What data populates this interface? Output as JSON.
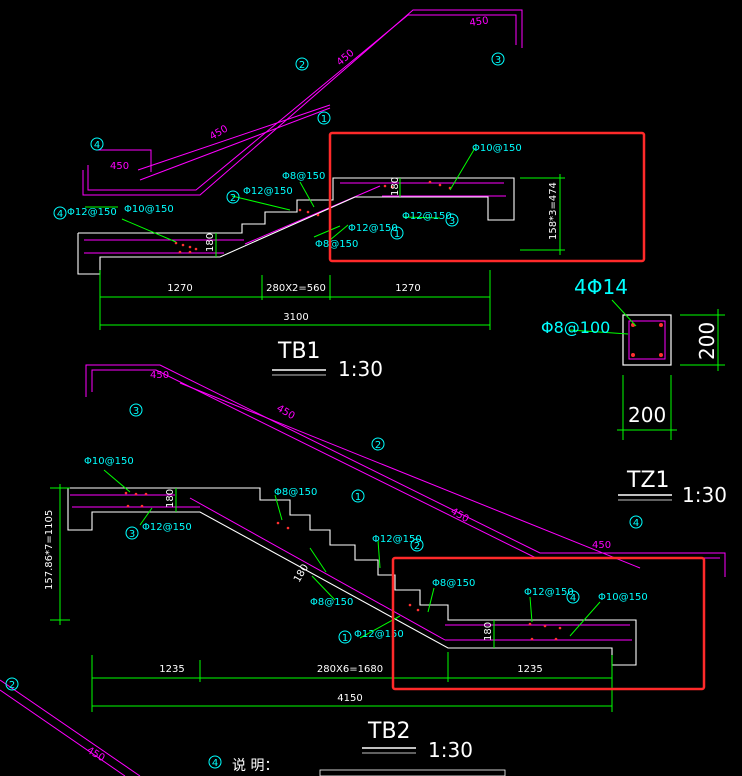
{
  "colors": {
    "background": "#000000",
    "concrete": "#ffffff",
    "rebar": "#ff00ff",
    "dimension": "#00ff00",
    "label": "#00ffff",
    "highlight": "#ff2a2a",
    "dot": "#ff3030"
  },
  "tb1": {
    "title": "TB1",
    "scale": "1:30",
    "bar_labels": {
      "top_long": "450",
      "mid_long": "450",
      "left_short": "450",
      "left_bottom": "450"
    },
    "circle_marks": {
      "c2": "2",
      "c3": "3",
      "c1": "1",
      "c4_left": "4",
      "c4": "4",
      "c2b": "2",
      "c3b": "3",
      "c1b": "1"
    },
    "rebar_callouts": {
      "phi12_150_left": "Φ12@150",
      "phi10_150_left": "Φ10@150",
      "phi8_150_top": "Φ8@150",
      "phi12_150_mid": "Φ12@150",
      "phi10_150_right": "Φ10@150",
      "phi12_150_right": "Φ12@150",
      "phi12_150_c1": "Φ12@150",
      "phi8_150_bottom": "Φ8@150"
    },
    "thickness_left": "180",
    "thickness_right": "180",
    "dims": {
      "seg1": "1270",
      "seg2": "280X2=560",
      "seg3": "1270",
      "total": "3100",
      "riser": "158*3=474"
    }
  },
  "tz1": {
    "title": "TZ1",
    "scale": "1:30",
    "longitudinal": "4Φ14",
    "stirrup": "Φ8@100",
    "width": "200",
    "depth": "200"
  },
  "tb2": {
    "title": "TB2",
    "scale": "1:30",
    "bar_labels": {
      "top_left": "450",
      "upper_mid": "450",
      "lower_right": "450",
      "right_end": "450",
      "bottom_left": "450"
    },
    "circle_marks": {
      "c3": "3",
      "c2": "2",
      "c1": "1",
      "c4": "4",
      "c3_rebar": "3",
      "c2_rebar": "2",
      "c1_rebar": "1",
      "c4_rebar": "4",
      "c2_corner": "2"
    },
    "rebar_callouts": {
      "phi10_150_left": "Φ10@150",
      "phi12_150_left": "Φ12@150",
      "phi8_150_top": "Φ8@150",
      "phi12_150_mid": "Φ12@150",
      "phi8_150_lower": "Φ8@150",
      "phi12_150_low": "Φ12@150",
      "phi8_150_right": "Φ8@150",
      "phi12_150_right": "Φ12@150",
      "phi10_150_right": "Φ10@150"
    },
    "thickness_left": "180",
    "thickness_slab": "180",
    "thickness_right": "180",
    "dims": {
      "seg1": "1235",
      "seg2": "280X6=1680",
      "seg3": "1235",
      "total": "4150",
      "riser": "157.86*7=1105"
    }
  },
  "notes": {
    "circle": "4",
    "label": "说 明："
  }
}
